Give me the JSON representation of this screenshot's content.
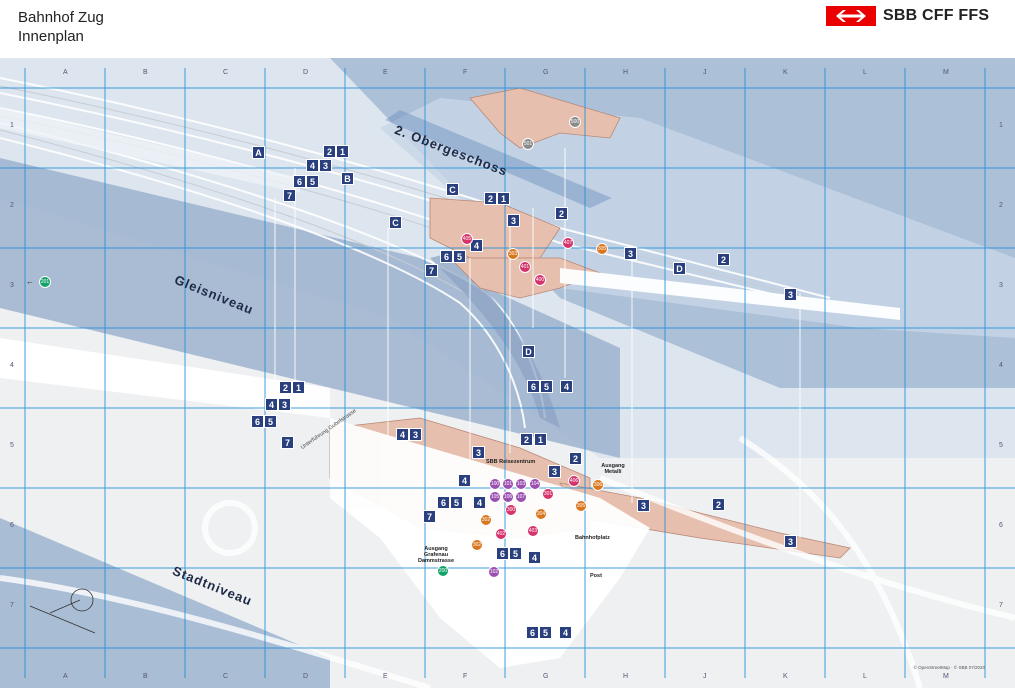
{
  "header": {
    "title_line1": "Bahnhof Zug",
    "title_line2": "Innenplan",
    "logo_text": "SBB CFF FFS",
    "brand_color": "#eb0000"
  },
  "grid": {
    "columns": [
      "A",
      "B",
      "C",
      "D",
      "E",
      "F",
      "G",
      "H",
      "J",
      "K",
      "L",
      "M"
    ],
    "rows": [
      "1",
      "2",
      "3",
      "4",
      "5",
      "6",
      "7"
    ]
  },
  "levels": {
    "upper": "2. Obergeschoss",
    "track": "Gleisniveau",
    "street": "Stadtniveau"
  },
  "labels": {
    "reisezentrum": "SBB Reisezentrum",
    "ausgang_metalli": "Ausgang Metalli",
    "bahnhofplatz": "Bahnhofplatz",
    "ausgang_grafenau": "Ausgang Grafenau Dammstrasse",
    "post": "Post",
    "unterfuehrung": "Unterführung Gubelstrasse",
    "arrow_201": "←",
    "credit": "© OpenStreetMap · © SBB 07/2020"
  },
  "platforms": [
    "A",
    "B",
    "C",
    "D"
  ],
  "tracks": [
    "1",
    "2",
    "3",
    "4",
    "5",
    "6",
    "7"
  ],
  "shops": [
    "500",
    "501",
    "400",
    "401",
    "402",
    "403",
    "404",
    "405",
    "406",
    "407",
    "300",
    "301",
    "302",
    "303",
    "304",
    "305",
    "306",
    "100",
    "101",
    "102",
    "103",
    "104",
    "105",
    "106",
    "107",
    "200",
    "201"
  ],
  "colors": {
    "track_bg": "#9fb5cf",
    "grid_line": "#1f8ed8",
    "badge": "#2a3f7e",
    "shop_pink": "#d6336c",
    "shop_orange": "#d9771f",
    "shop_purple": "#9b4fb0",
    "exit_green": "#12a36a",
    "building": "#e9c5b6"
  }
}
